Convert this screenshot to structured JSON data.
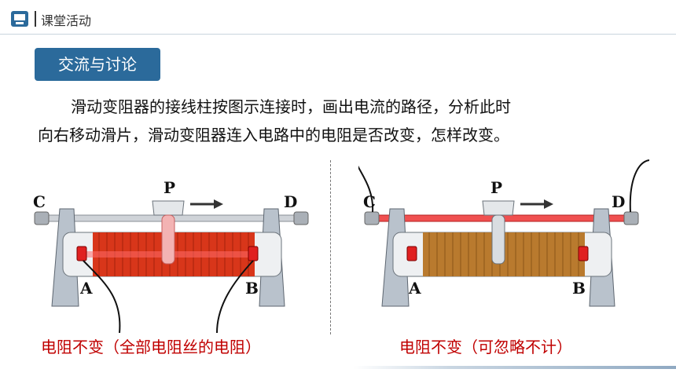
{
  "header": {
    "breadcrumb": "课堂活动",
    "logo_icon": "presentation-board-icon"
  },
  "section_tag": "交流与讨论",
  "paragraph": {
    "line1": "滑动变阻器的接线柱按图示连接时，画出电流的路径，分析此时",
    "line2": "向右移动滑片，滑动变阻器连入电路中的电阻是否改变，怎样改变。"
  },
  "figure_left": {
    "labels": {
      "c": "C",
      "d": "D",
      "p": "P",
      "a": "A",
      "b": "B"
    },
    "caption": "电阻不变（全部电阻丝的电阻）",
    "coil_color": "#d8361a"
  },
  "figure_right": {
    "labels": {
      "c": "C",
      "d": "D",
      "p": "P",
      "a": "A",
      "b": "B"
    },
    "caption": "电阻不变（可忽略不计）",
    "coil_color": "#b97a2e",
    "bar_highlight": "#f05050"
  },
  "colors": {
    "accent": "#2b6a9b",
    "caption": "#c00000"
  }
}
